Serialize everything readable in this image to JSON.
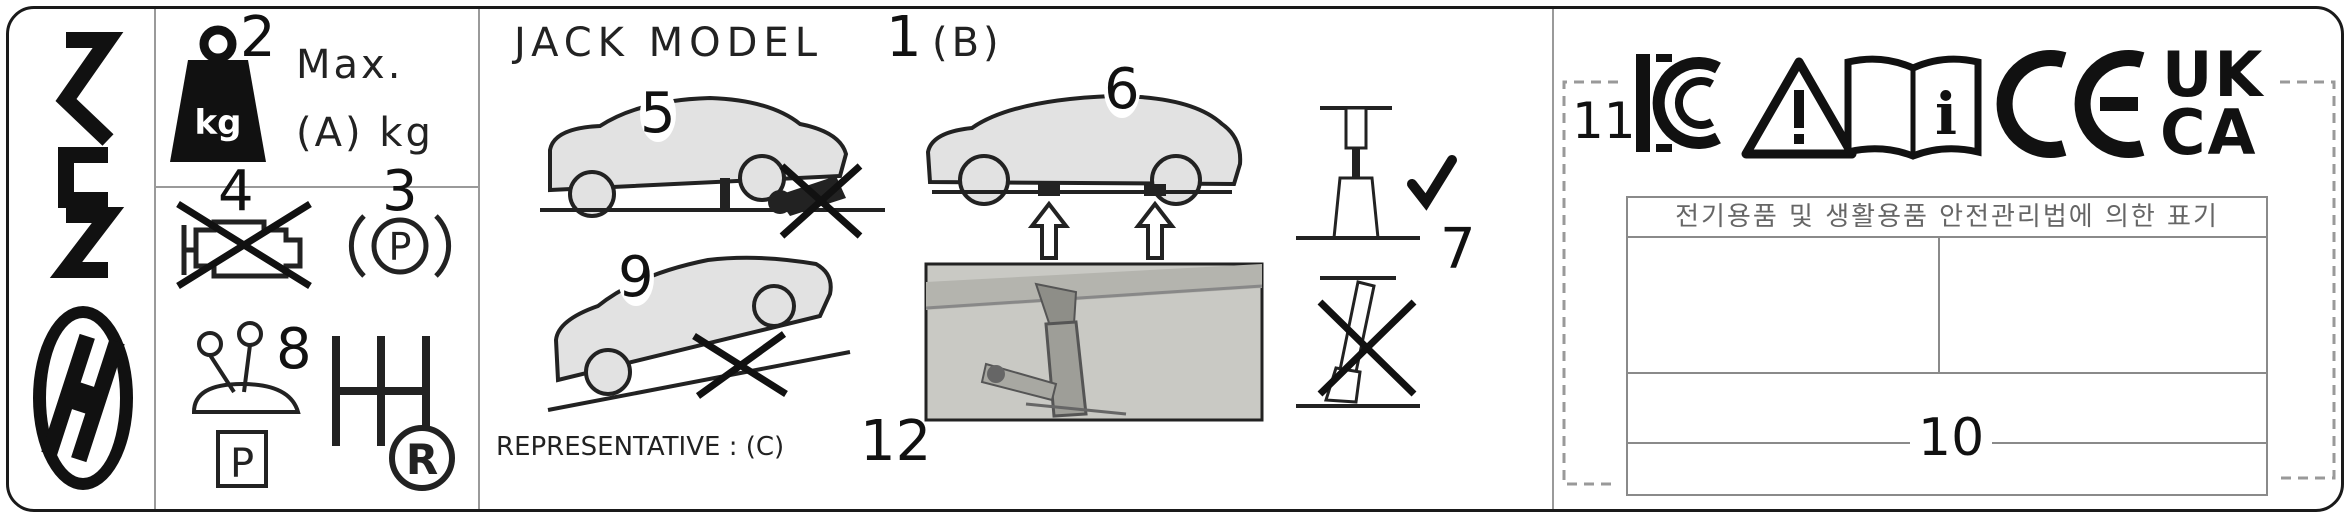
{
  "jack_model_label": "JACK MODEL",
  "jack_model_value": "(B)",
  "max_label": "Max.",
  "max_value": "(A) kg",
  "weight_unit": "kg",
  "representative": "REPRESENTATIVE : (C)",
  "korean_text": "전기용품 및 생활용품 안전관리법에 의한 표기",
  "park_letter": "P",
  "reverse_letter": "R",
  "info_letter": "i",
  "ukca_top": "UK",
  "ukca_bottom": "CA",
  "callouts": {
    "n1": "1",
    "n2": "2",
    "n3": "3",
    "n4": "4",
    "n5": "5",
    "n6": "6",
    "n7": "7",
    "n8": "8",
    "n9": "9",
    "n10": "10",
    "n11": "11",
    "n12": "12"
  },
  "colors": {
    "ink": "#1a1a1a",
    "car_fill": "#e2e2e2",
    "photo_fill": "#c9c9c4",
    "divider": "#9a9a9a"
  }
}
